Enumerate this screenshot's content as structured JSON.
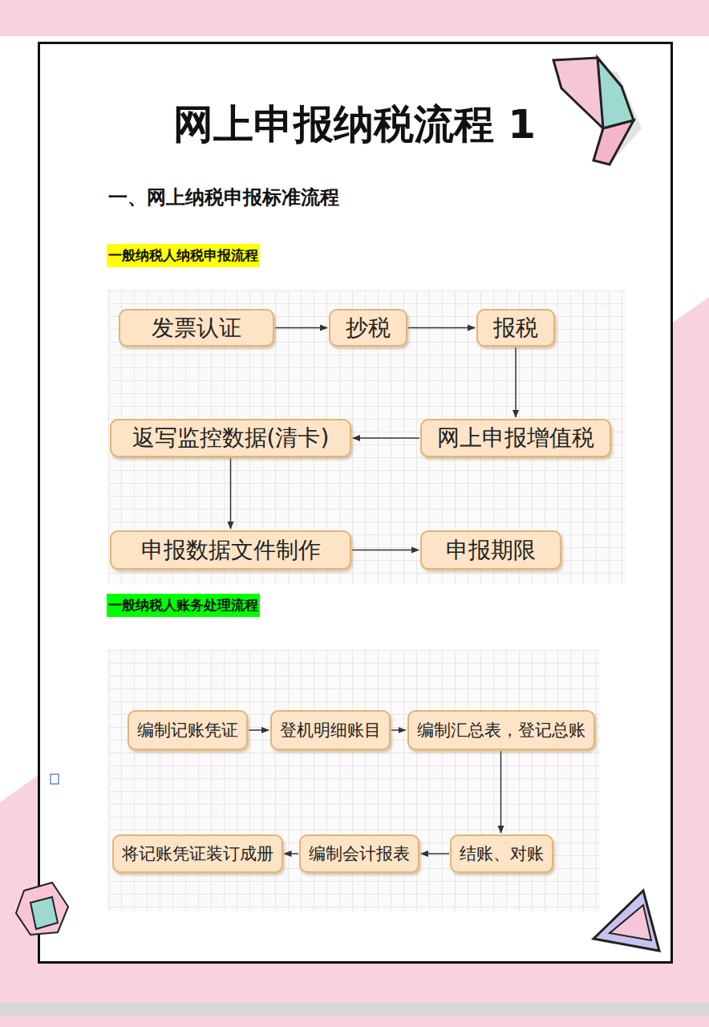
{
  "diagram": {
    "title": "网上申报纳税流程 1",
    "nodes": [
      {
        "text": [
          "发票认证"
        ]
      },
      {
        "text": [
          "抄税"
        ]
      },
      {
        "text": [
          "报税"
        ]
      },
      {
        "text": [
          "网上申报增值税"
        ]
      },
      {
        "text": [
          "返写监控数据(清卡)"
        ]
      },
      {
        "text": [
          "申报数据文件制作"
        ]
      },
      {
        "text": [
          "申报期限"
        ]
      },
      {
        "text": [
          "编制记账凭证"
        ]
      },
      {
        "text": [
          "登机明细账目"
        ]
      },
      {
        "text": [
          "编制汇总表，登记总账"
        ]
      },
      {
        "text": [
          "结账、对账"
        ]
      },
      {
        "text": [
          "编制会计报表"
        ]
      },
      {
        "text": [
          "将记账凭证装订成册"
        ]
      }
    ],
    "edges": [
      {
        "from": 0,
        "to": 1,
        "arrow": "to"
      },
      {
        "from": 1,
        "to": 2,
        "arrow": "to"
      },
      {
        "from": 2,
        "to": 3,
        "arrow": "to"
      },
      {
        "from": 3,
        "to": 4,
        "arrow": "to"
      },
      {
        "from": 4,
        "to": 5,
        "arrow": "to"
      },
      {
        "from": 5,
        "to": 6,
        "arrow": "to"
      },
      {
        "from": 7,
        "to": 8,
        "arrow": "to"
      },
      {
        "from": 8,
        "to": 9,
        "arrow": "to"
      },
      {
        "from": 9,
        "to": 10,
        "arrow": "to"
      },
      {
        "from": 10,
        "to": 11,
        "arrow": "to"
      },
      {
        "from": 11,
        "to": 12,
        "arrow": "to"
      }
    ],
    "labels": [
      "一、网上纳税申报标准流程",
      "一般纳税人纳税申报流程",
      "一般纳税人账务处理流程"
    ]
  }
}
